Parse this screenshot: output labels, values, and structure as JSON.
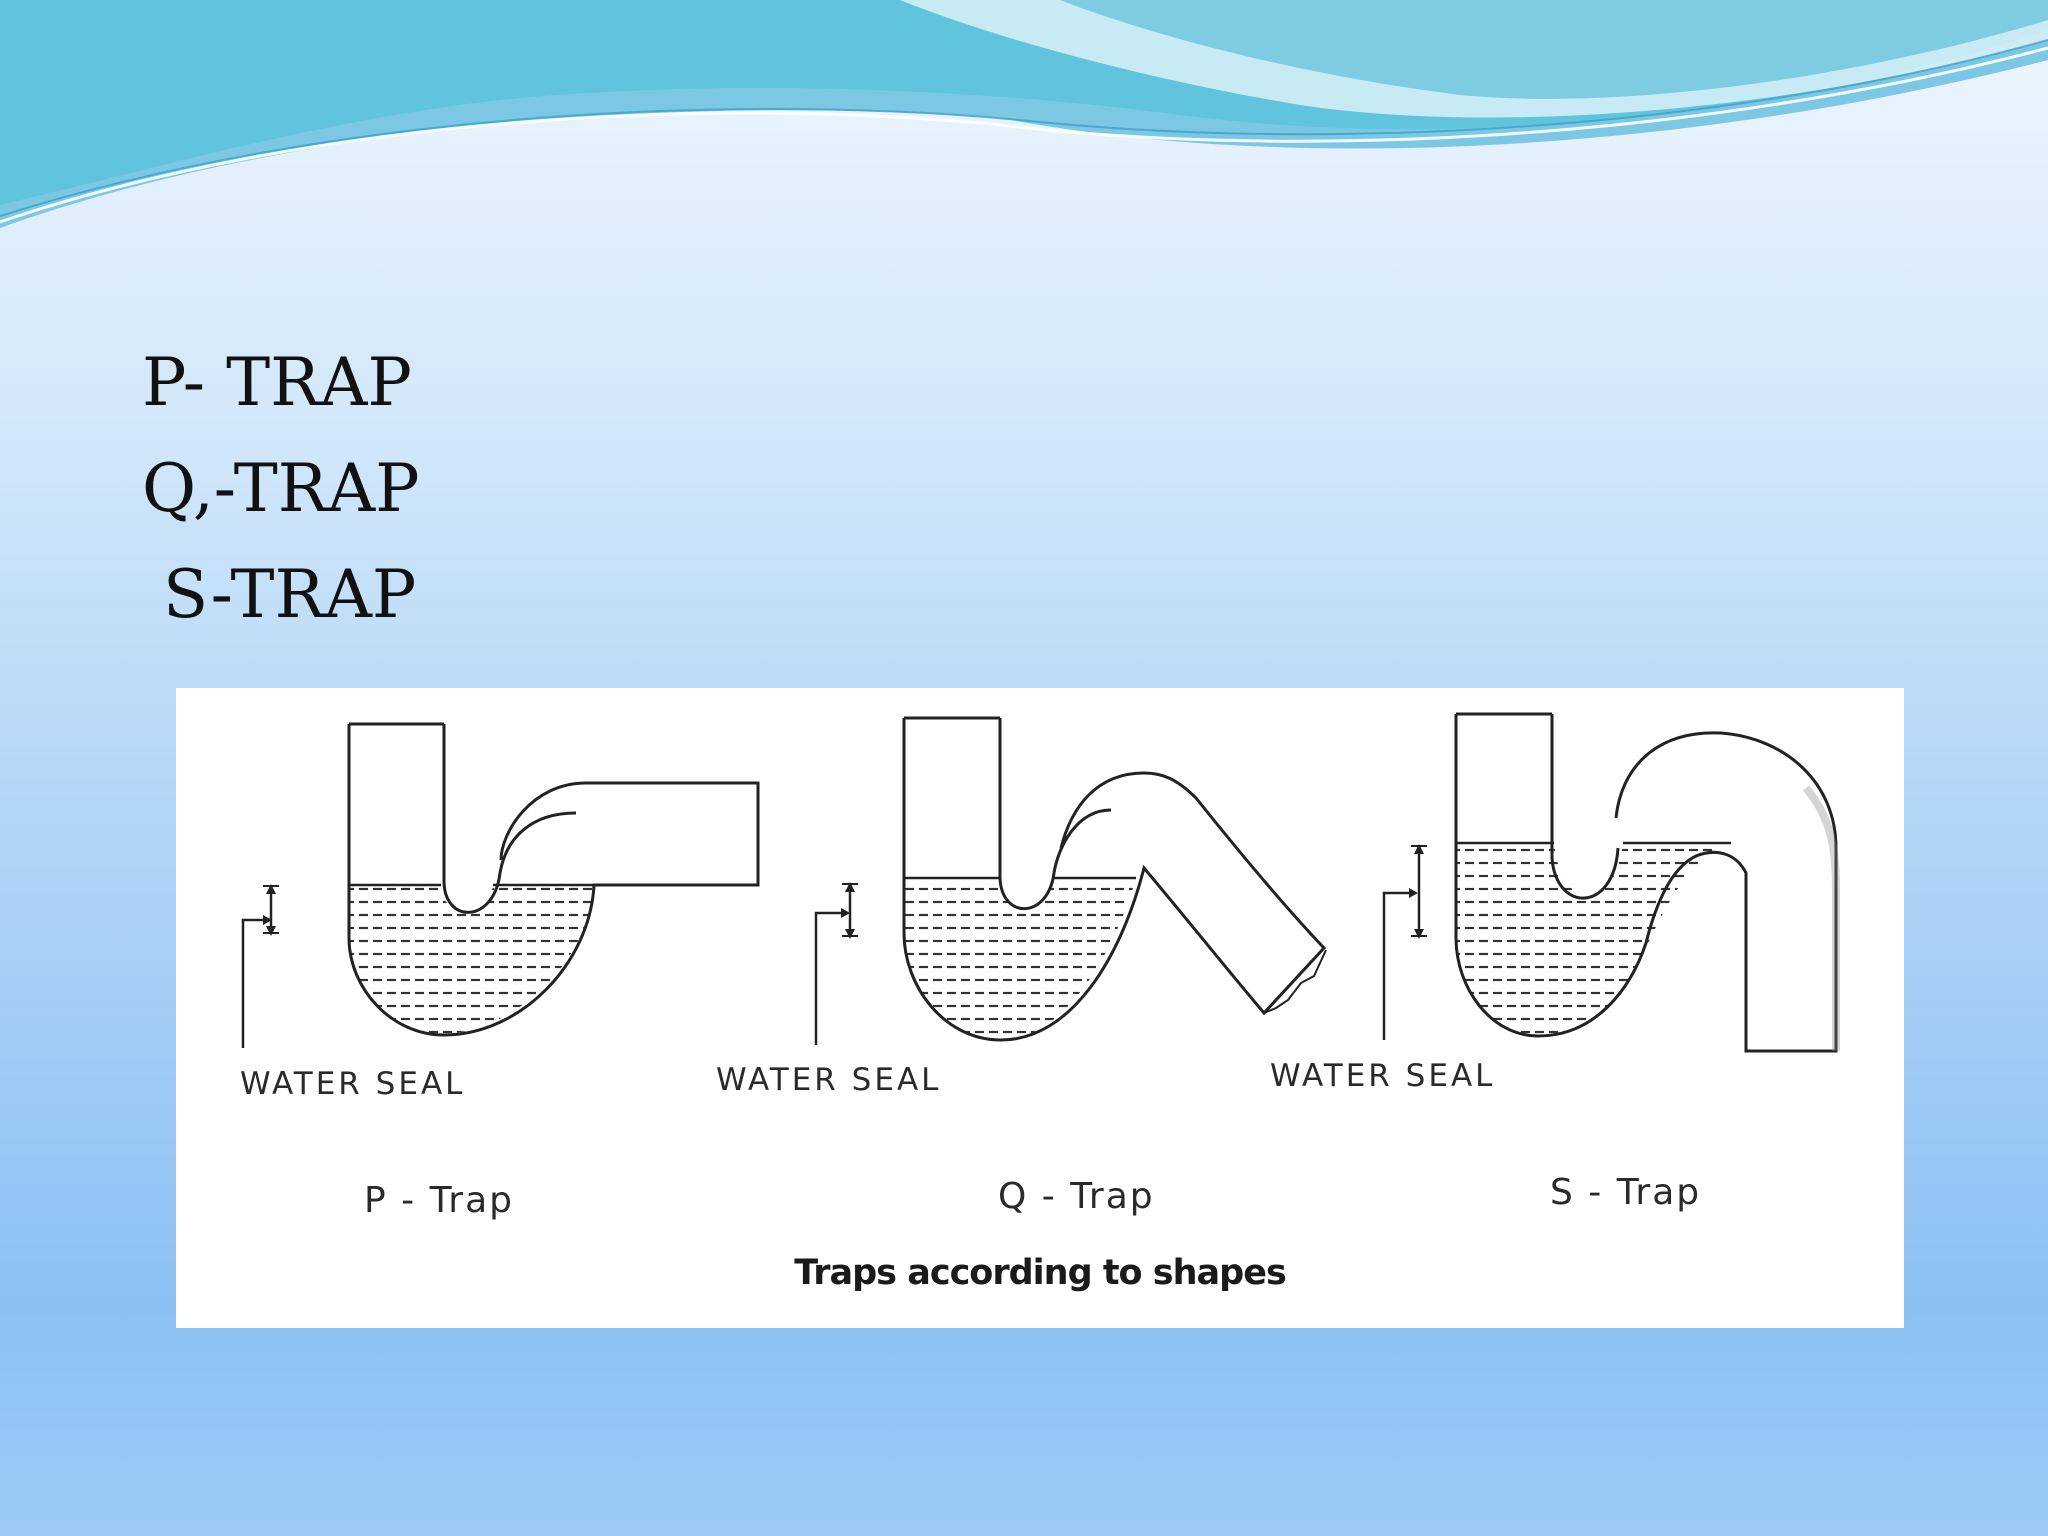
{
  "slide": {
    "bullets": [
      "P- TRAP",
      "Q,-TRAP",
      " S-TRAP"
    ]
  },
  "figure": {
    "traps": [
      {
        "seal_label": "WATER SEAL",
        "name": "P - Trap"
      },
      {
        "seal_label": "WATER SEAL",
        "name": "Q - Trap"
      },
      {
        "seal_label": "WATER SEAL",
        "name": "S - Trap"
      }
    ],
    "caption": "Traps according to shapes"
  },
  "colors": {
    "background_top": "#eef6fd",
    "background_bottom": "#8cc0f3",
    "wave_teal": "#4fc3de",
    "wave_blue": "#74b6e3",
    "diagram_line": "#2a2a2a"
  }
}
